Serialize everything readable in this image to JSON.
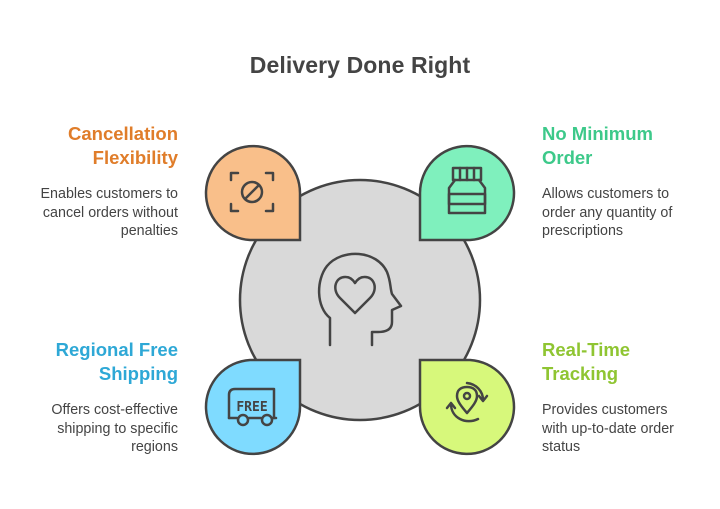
{
  "title": "Delivery Done Right",
  "colors": {
    "center_fill": "#d9d9d9",
    "stroke": "#444444",
    "cancellation": "#f9bf8a",
    "cancellation_text": "#e07d2a",
    "no_minimum": "#7ff0bd",
    "no_minimum_text": "#3dc98a",
    "regional": "#7fdbff",
    "regional_text": "#2ea8d6",
    "tracking": "#d7f87b",
    "tracking_text": "#8fc532"
  },
  "features": {
    "cancellation": {
      "heading_line1": "Cancellation",
      "heading_line2": "Flexibility",
      "desc_line1": "Enables customers to",
      "desc_line2": "cancel orders without",
      "desc_line3": "penalties",
      "icon": "cancel-icon"
    },
    "no_minimum": {
      "heading_line1": "No Minimum",
      "heading_line2": "Order",
      "desc_line1": "Allows customers to",
      "desc_line2": "order any quantity of",
      "desc_line3": "prescriptions",
      "icon": "medicine-jar-icon"
    },
    "regional": {
      "heading_line1": "Regional Free",
      "heading_line2": "Shipping",
      "desc_line1": "Offers cost-effective",
      "desc_line2": "shipping to specific",
      "desc_line3": "regions",
      "icon": "free-delivery-truck-icon",
      "icon_text": "FREE"
    },
    "tracking": {
      "heading_line1": "Real-Time",
      "heading_line2": "Tracking",
      "desc_line1": "Provides customers",
      "desc_line2": "with up-to-date order",
      "desc_line3": "status",
      "icon": "location-tracking-icon"
    }
  },
  "center": {
    "icon": "head-with-heart-icon"
  }
}
